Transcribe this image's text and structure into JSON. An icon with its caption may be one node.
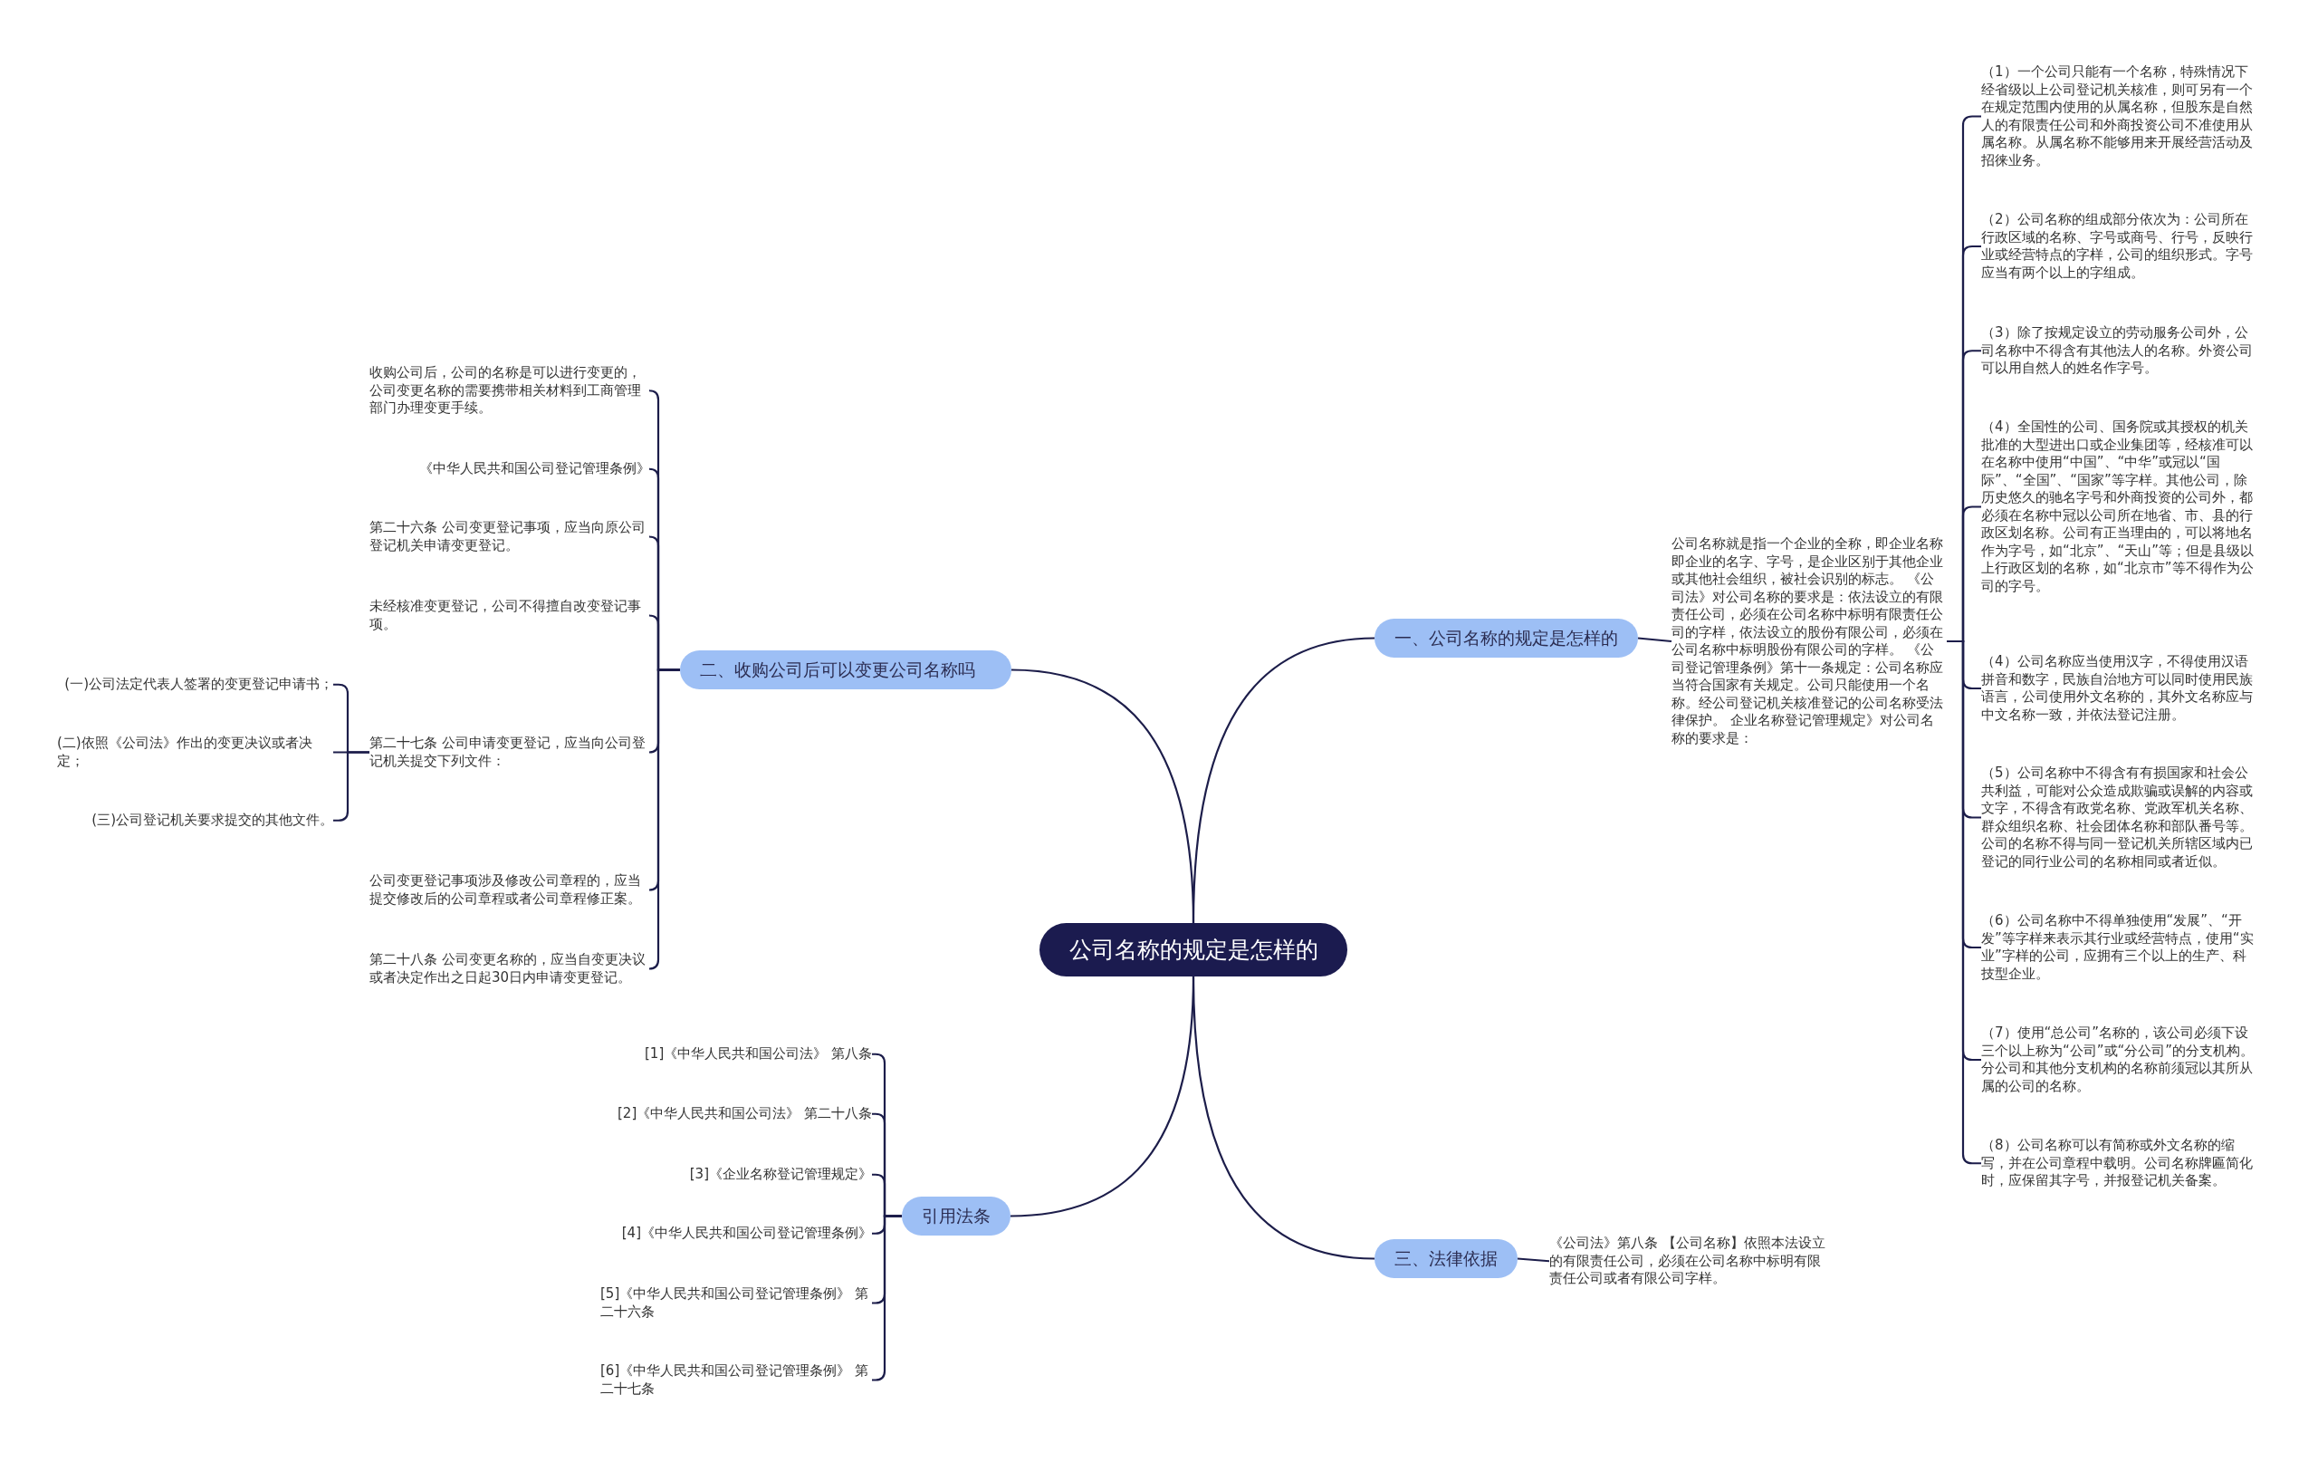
{
  "diagram": {
    "nodes": [
      {
        "text": [
          "公司名称的规定是怎样的"
        ]
      },
      {
        "text": [
          "一、公司名称的规定是怎样的"
        ]
      },
      {
        "text": [
          "公司名称就是指一个企业的全称，即企业名称即企业的名字、字号，是企业区别于其他企业或其他社会组织，被社会识别的标志。 《公司法》对公司名称的要求是：依法设立的有限责任公司，必须在公司名称中标明有限责任公司的字样，依法设立的股份有限公司，必须在公司名称中标明股份有限公司的字样。 《公司登记管理条例》第十一条规定：公司名称应当符合国家有关规定。公司只能使用一个名称。经公司登记机关核准登记的公司名称受法律保护。 企业名称登记管理规定》对公司名称的要求是："
        ]
      },
      {
        "text": [
          "（1）一个公司只能有一个名称，特殊情况下经省级以上公司登记机关核准，则可另有一个在规定范围内使用的从属名称，但股东是自然人的有限责任公司和外商投资公司不准使用从属名称。从属名称不能够用来开展经营活动及招徕业务。"
        ]
      },
      {
        "text": [
          "（2）公司名称的组成部分依次为：公司所在行政区域的名称、字号或商号、行号，反映行业或经营特点的字样，公司的组织形式。字号应当有两个以上的字组成。"
        ]
      },
      {
        "text": [
          "（3）除了按规定设立的劳动服务公司外，公司名称中不得含有其他法人的名称。外资公司可以用自然人的姓名作字号。"
        ]
      },
      {
        "text": [
          "（4）全国性的公司、国务院或其授权的机关批准的大型进出口或企业集团等，经核准可以在名称中使用“中国”、“中华”或冠以“国际”、“全国”、“国家”等字样。其他公司，除历史悠久的驰名字号和外商投资的公司外，都必须在名称中冠以公司所在地省、市、县的行政区划名称。公司有正当理由的，可以将地名作为字号，如“北京”、“天山”等；但是县级以上行政区划的名称，如“北京市”等不得作为公司的字号。"
        ]
      },
      {
        "text": [
          "（4）公司名称应当使用汉字，不得使用汉语拼音和数字，民族自治地方可以同时使用民族语言，公司使用外文名称的，其外文名称应与中文名称一致，并依法登记注册。"
        ]
      },
      {
        "text": [
          "（5）公司名称中不得含有有损国家和社会公共利益，可能对公众造成欺骗或误解的内容或文字，不得含有政党名称、党政军机关名称、群众组织名称、社会团体名称和部队番号等。公司的名称不得与同一登记机关所辖区域内已登记的同行业公司的名称相同或者近似。"
        ]
      },
      {
        "text": [
          "（6）公司名称中不得单独使用“发展”、“开发”等字样来表示其行业或经营特点，使用“实业”字样的公司，应拥有三个以上的生产、科技型企业。"
        ]
      },
      {
        "text": [
          "（7）使用“总公司”名称的，该公司必须下设三个以上称为“公司”或“分公司”的分支机构。分公司和其他分支机构的名称前须冠以其所从属的公司的名称。"
        ]
      },
      {
        "text": [
          "（8）公司名称可以有简称或外文名称的缩写，并在公司章程中载明。公司名称牌匾简化时，应保留其字号，并报登记机关备案。"
        ]
      },
      {
        "text": [
          "二、收购公司后可以变更公司名称吗"
        ]
      },
      {
        "text": [
          "收购公司后，公司的名称是可以进行变更的，公司变更名称的需要携带相关材料到工商管理部门办理变更手续。"
        ]
      },
      {
        "text": [
          "《中华人民共和国公司登记管理条例》"
        ]
      },
      {
        "text": [
          "第二十六条 公司变更登记事项，应当向原公司登记机关申请变更登记。"
        ]
      },
      {
        "text": [
          "未经核准变更登记，公司不得擅自改变登记事项。"
        ]
      },
      {
        "text": [
          "第二十七条 公司申请变更登记，应当向公司登记机关提交下列文件："
        ]
      },
      {
        "text": [
          "(一)公司法定代表人签署的变更登记申请书；"
        ]
      },
      {
        "text": [
          "(二)依照《公司法》作出的变更决议或者决定；"
        ]
      },
      {
        "text": [
          "(三)公司登记机关要求提交的其他文件。"
        ]
      },
      {
        "text": [
          "公司变更登记事项涉及修改公司章程的，应当提交修改后的公司章程或者公司章程修正案。"
        ]
      },
      {
        "text": [
          "第二十八条 公司变更名称的，应当自变更决议或者决定作出之日起30日内申请变更登记。"
        ]
      },
      {
        "text": [
          "引用法条"
        ]
      },
      {
        "text": [
          "[1]《中华人民共和国公司法》 第八条"
        ]
      },
      {
        "text": [
          "[2]《中华人民共和国公司法》 第二十八条"
        ]
      },
      {
        "text": [
          "[3]《企业名称登记管理规定》"
        ]
      },
      {
        "text": [
          "[4]《中华人民共和国公司登记管理条例》"
        ]
      },
      {
        "text": [
          "[5]《中华人民共和国公司登记管理条例》 第二十六条"
        ]
      },
      {
        "text": [
          "[6]《中华人民共和国公司登记管理条例》 第二十七条"
        ]
      },
      {
        "text": [
          "三、法律依据"
        ]
      },
      {
        "text": [
          "《公司法》第八条 【公司名称】依照本法设立的有限责任公司，必须在公司名称中标明有限责任公司或者有限公司字样。"
        ]
      }
    ],
    "edges": [
      {
        "from": 0,
        "to": 1,
        "arrow": "none"
      },
      {
        "from": 1,
        "to": 2,
        "arrow": "none"
      },
      {
        "from": 2,
        "to": 3,
        "arrow": "none"
      },
      {
        "from": 2,
        "to": 4,
        "arrow": "none"
      },
      {
        "from": 2,
        "to": 5,
        "arrow": "none"
      },
      {
        "from": 2,
        "to": 6,
        "arrow": "none"
      },
      {
        "from": 2,
        "to": 7,
        "arrow": "none"
      },
      {
        "from": 2,
        "to": 8,
        "arrow": "none"
      },
      {
        "from": 2,
        "to": 9,
        "arrow": "none"
      },
      {
        "from": 2,
        "to": 10,
        "arrow": "none"
      },
      {
        "from": 2,
        "to": 11,
        "arrow": "none"
      },
      {
        "from": 0,
        "to": 12,
        "arrow": "none"
      },
      {
        "from": 12,
        "to": 13,
        "arrow": "none"
      },
      {
        "from": 12,
        "to": 14,
        "arrow": "none"
      },
      {
        "from": 12,
        "to": 15,
        "arrow": "none"
      },
      {
        "from": 12,
        "to": 16,
        "arrow": "none"
      },
      {
        "from": 12,
        "to": 17,
        "arrow": "none"
      },
      {
        "from": 17,
        "to": 18,
        "arrow": "none"
      },
      {
        "from": 17,
        "to": 19,
        "arrow": "none"
      },
      {
        "from": 17,
        "to": 20,
        "arrow": "none"
      },
      {
        "from": 12,
        "to": 21,
        "arrow": "none"
      },
      {
        "from": 12,
        "to": 22,
        "arrow": "none"
      },
      {
        "from": 0,
        "to": 23,
        "arrow": "none"
      },
      {
        "from": 23,
        "to": 24,
        "arrow": "none"
      },
      {
        "from": 23,
        "to": 25,
        "arrow": "none"
      },
      {
        "from": 23,
        "to": 26,
        "arrow": "none"
      },
      {
        "from": 23,
        "to": 27,
        "arrow": "none"
      },
      {
        "from": 23,
        "to": 28,
        "arrow": "none"
      },
      {
        "from": 23,
        "to": 29,
        "arrow": "none"
      },
      {
        "from": 0,
        "to": 30,
        "arrow": "none"
      },
      {
        "from": 30,
        "to": 31,
        "arrow": "none"
      }
    ]
  }
}
